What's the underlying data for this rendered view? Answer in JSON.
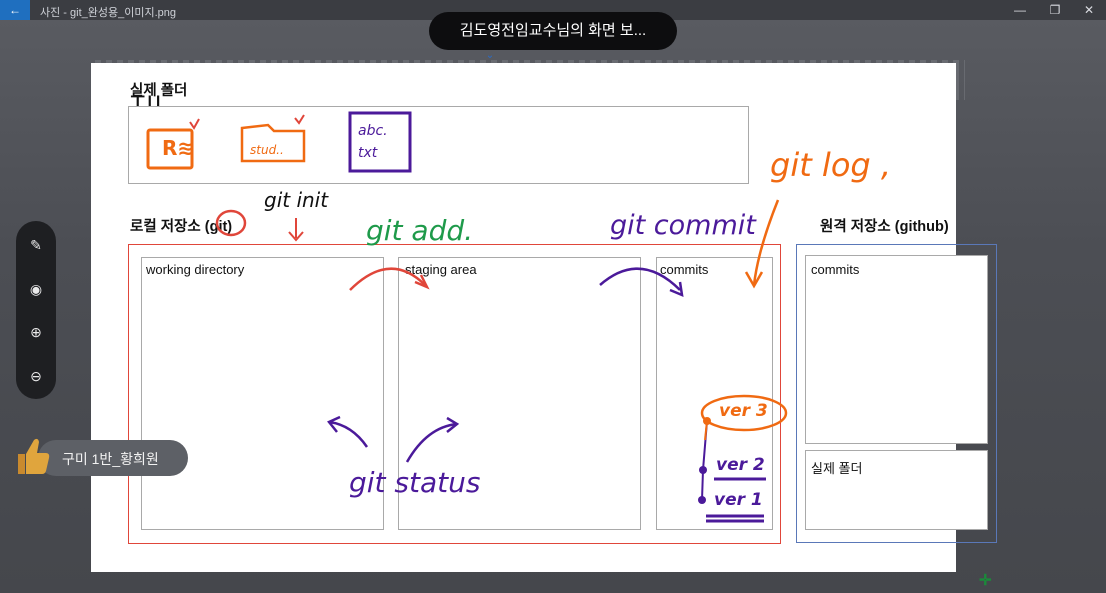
{
  "window": {
    "title": "사진 - git_완성용_이미지.png",
    "back_icon": "←",
    "minimize": "—",
    "restore": "❐",
    "close": "✕"
  },
  "share_banner": {
    "text": "김도영전임교수님의 화면 보..."
  },
  "slide": {
    "real_folder_label": "실제 폴더",
    "til_handwritten": "TIL",
    "local_repo_label": "로컬 저장소 (git)",
    "remote_repo_label": "원격 저장소 (github)",
    "working_directory": "working directory",
    "staging_area": "staging area",
    "commits_local": "commits",
    "commits_remote": "commits",
    "remote_real_folder": "실제 폴더",
    "file_icons": {
      "r_file": "R≋",
      "folder_text": "stud..",
      "abc_file": "abc.\ntxt"
    }
  },
  "annotations": {
    "git_init": "git init",
    "git_add": "git add.",
    "git_commit": "git commit",
    "git_log": "git log ,",
    "git_status": "git status",
    "ver3": "ver 3",
    "ver2": "ver 2",
    "ver1": "ver 1"
  },
  "toolbar": {
    "pen_icon": "pen-icon",
    "laser_icon": "laser-pointer-icon",
    "zoom_in_icon": "zoom-in-icon",
    "zoom_out_icon": "zoom-out-icon"
  },
  "participant": {
    "name": "구미 1반_황희원"
  },
  "colors": {
    "red": "#e0463a",
    "orange": "#f06a12",
    "green": "#1e9a4a",
    "purple": "#4b1a9a",
    "blue_outline": "#5a78b8"
  }
}
